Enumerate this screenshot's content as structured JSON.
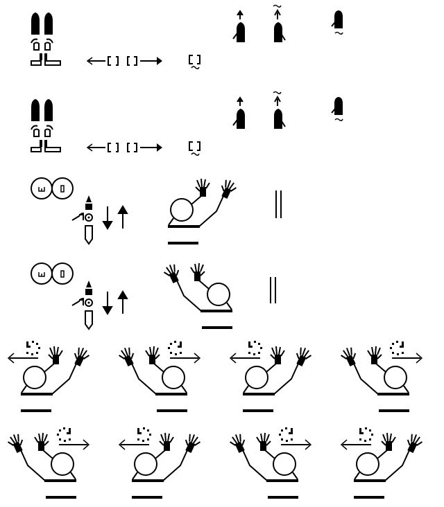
{
  "colors": {
    "ink": "#000000",
    "background": "#ffffff"
  },
  "rows": [
    {
      "name": "sign-row-1",
      "glyphs": [
        "two-fingers-up-hands",
        "rotation-arrows",
        "contact-bars",
        "movement-arrows-out",
        "bracket-face",
        "small-arrow-up-hand",
        "tilde-arrow-hand",
        "tilde-hand"
      ]
    },
    {
      "name": "sign-row-2",
      "glyphs": [
        "two-fingers-up-hands",
        "rotation-arrows",
        "contact-bars",
        "movement-arrows-out",
        "bracket-face",
        "small-arrow-up-hand",
        "tilde-arrow-hand",
        "tilde-hand"
      ]
    },
    {
      "name": "sign-row-3",
      "glyphs": [
        "double-circle-faces",
        "hand-stack",
        "arrow-down",
        "arrow-up",
        "waving-figure",
        "double-bar"
      ]
    },
    {
      "name": "sign-row-4",
      "glyphs": [
        "double-circle-faces",
        "hand-stack",
        "arrow-down",
        "arrow-up",
        "waving-figure-mirrored",
        "double-bar"
      ]
    },
    {
      "name": "sign-row-5",
      "glyphs": [
        "waving-figure-left",
        "waving-figure-right",
        "waving-figure-left",
        "waving-figure-right"
      ]
    },
    {
      "name": "sign-row-6",
      "glyphs": [
        "waving-figure-right",
        "waving-figure-left",
        "waving-figure-right",
        "waving-figure-left"
      ]
    }
  ]
}
